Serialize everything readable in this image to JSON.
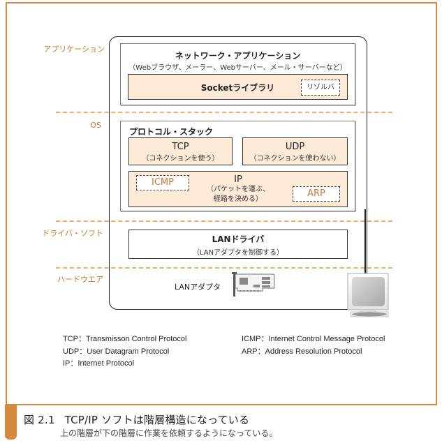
{
  "layers": {
    "application": "アプリケーション",
    "os": "OS",
    "driver": "ドライバ・ソフト",
    "hardware": "ハードウエア"
  },
  "application_group": {
    "title": "ネットワーク・アプリケーション",
    "subtitle": "（Webブラウザ、メーラー、Webサーバー、メール・サーバーなど）",
    "socket_library": "Socketライブラリ",
    "resolver": "リゾルバ"
  },
  "protocol_stack": {
    "title": "プロトコル・スタック",
    "tcp": {
      "name": "TCP",
      "desc": "（コネクションを使う）"
    },
    "udp": {
      "name": "UDP",
      "desc": "（コネクションを使わない）"
    },
    "ip": {
      "name": "IP",
      "desc_line1": "（パケットを運ぶ、",
      "desc_line2": "経路を決める）"
    },
    "icmp": "ICMP",
    "arp": "ARP"
  },
  "driver": {
    "title": "LANドライバ",
    "desc": "（LANアダプタを制御する）"
  },
  "hardware": {
    "lan_adapter": "LANアダプタ"
  },
  "legend": {
    "left": [
      "TCP：Transmisson Control Protocol",
      "UDP：User Datagram Protocol",
      "IP：Internet Protocol"
    ],
    "right": [
      "ICMP：Internet Control Message Protocol",
      "ARP：Address Resolution Protocol"
    ]
  },
  "caption": {
    "number": "図 2.1",
    "title": "TCP/IP ソフトは階層構造になっている",
    "subtitle": "上の階層が下の階層に作業を依頼するようになっている。"
  },
  "colors": {
    "accent": "#d5893e",
    "layer_label": "#c8782e",
    "peach_fill": "#fdebd8",
    "dash_line": "#efae6e"
  }
}
